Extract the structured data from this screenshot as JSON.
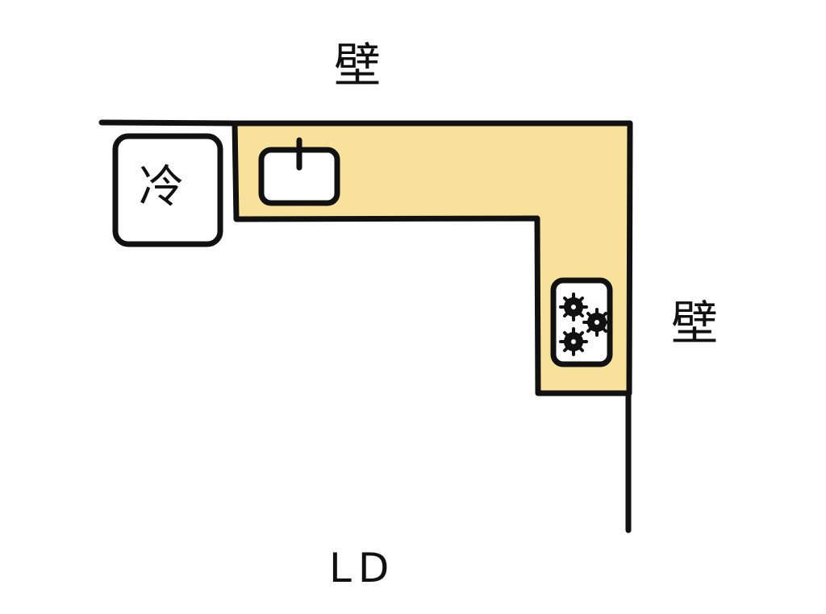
{
  "labels": {
    "wall_top": "壁",
    "wall_right": "壁",
    "fridge": "冷",
    "living_dining": "LD"
  },
  "colors": {
    "counter": "#f8e19a",
    "line": "#111111",
    "fixture": "#ffffff"
  },
  "icons": [
    "sink-icon",
    "stove-icon",
    "fridge-icon"
  ]
}
